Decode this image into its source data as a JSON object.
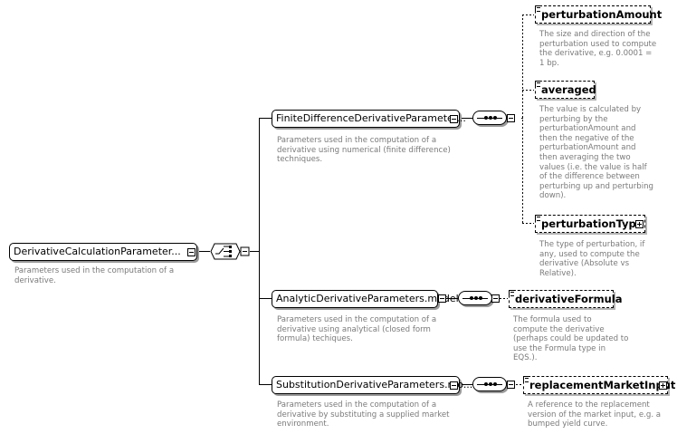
{
  "root": {
    "name": "DerivativeCalculationParameter...",
    "doc": "Parameters used in the computation of a\nderivative."
  },
  "branches": [
    {
      "name": "FiniteDifferenceDerivativeParameter...",
      "doc": "Parameters used in the computation of a\nderivative using numerical (finite difference)\ntechniques.",
      "children": [
        {
          "name": "perturbationAmount",
          "doc": "The size and direction of the\nperturbation used to compute\nthe derivative, e.g. 0.0001 =\n1 bp."
        },
        {
          "name": "averaged",
          "doc": "The value is calculated by\nperturbing by the\nperturbationAmount and\nthen the negative of the\nperturbationAmount and\nthen averaging the two\nvalues (i.e. the value is half\nof the difference between\nperturbing up and perturbing\ndown)."
        },
        {
          "name": "perturbationType",
          "doc": "The type of perturbation, if\nany, used to compute the\nderivative (Absolute vs\nRelative)."
        }
      ]
    },
    {
      "name": "AnalyticDerivativeParameters.model",
      "doc": "Parameters used in the computation of a\nderivative using analytical (closed form\nformula) techiques.",
      "children": [
        {
          "name": "derivativeFormula",
          "doc": "The formula used to\ncompute the derivative\n(perhaps could be updated to\nuse the Formula type in\nEQS.)."
        }
      ]
    },
    {
      "name": "SubstitutionDerivativeParameters.mo...",
      "doc": "Parameters used in the computation of a\nderivative by substituting a supplied market\nenvironment.",
      "children": [
        {
          "name": "replacementMarketInput",
          "doc": "A reference to the replacement\nversion of the market input, e.g. a\nbumped yield curve."
        }
      ]
    }
  ]
}
